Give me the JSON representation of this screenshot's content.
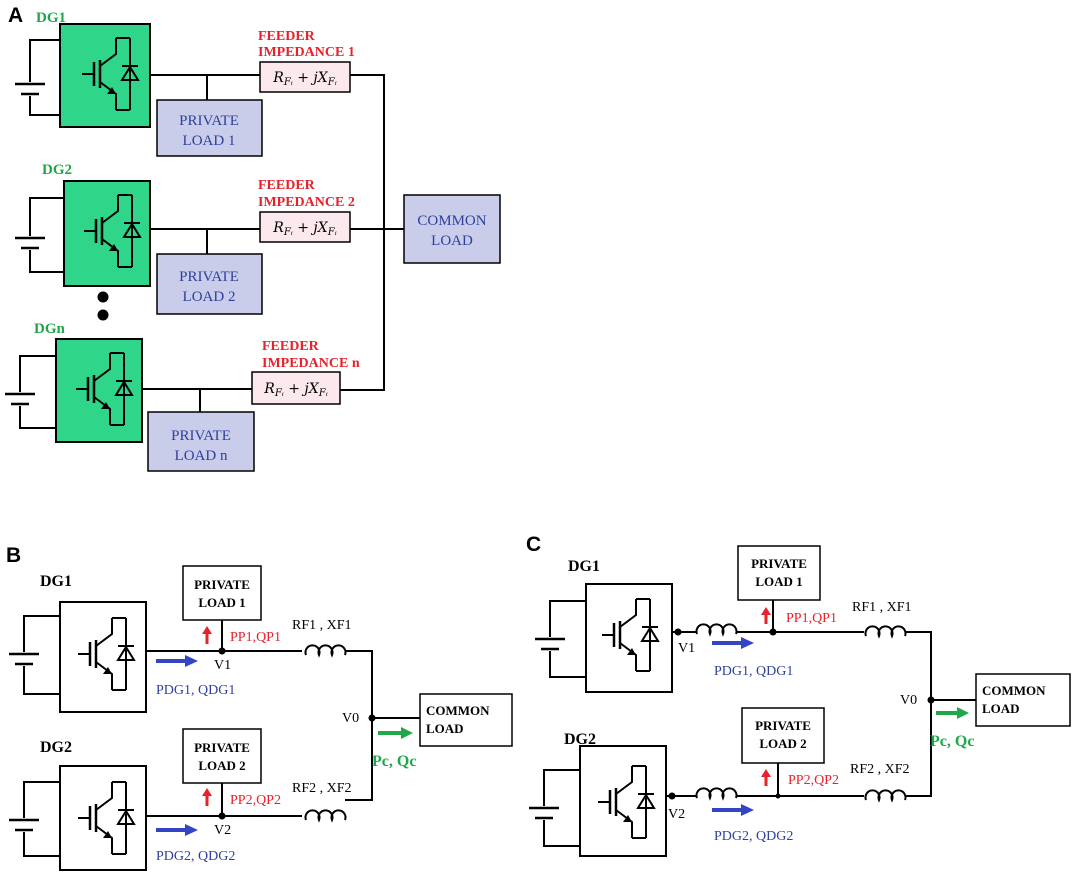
{
  "panel_a": {
    "letter": "A",
    "dg_labels": [
      "DG1",
      "DG2",
      "DGn"
    ],
    "feeder_labels": [
      [
        "FEEDER",
        "IMPEDANCE 1"
      ],
      [
        "FEEDER",
        "IMPEDANCE 2"
      ],
      [
        "FEEDER",
        "IMPEDANCE n"
      ]
    ],
    "impedance": "R_Fi + jX_Fi",
    "private_loads": [
      [
        "PRIVATE",
        "LOAD 1"
      ],
      [
        "PRIVATE",
        "LOAD 2"
      ],
      [
        "PRIVATE",
        "LOAD n"
      ]
    ],
    "common_load": [
      "COMMON",
      "LOAD"
    ],
    "ellipsis": "•\n•",
    "colors": {
      "inverter_fill": "#2fd68a",
      "load_fill": "#c9cdea",
      "impedance_fill": "#fbe9ee",
      "dg_text": "#1fa84a",
      "feeder_text": "#e8212a",
      "load_text": "#2f3f9e"
    }
  },
  "panel_b": {
    "letter": "B",
    "dg_labels": [
      "DG1",
      "DG2"
    ],
    "private_loads": [
      [
        "PRIVATE",
        "LOAD 1"
      ],
      [
        "PRIVATE",
        "LOAD 2"
      ]
    ],
    "private_powers": [
      "PP1,QP1",
      "PP2,QP2"
    ],
    "node_labels": [
      "V1",
      "V2"
    ],
    "dg_powers": [
      "PDG1, QDG1",
      "PDG2, QDG2"
    ],
    "feeders": [
      "RF1 , XF1",
      "RF2 , XF2"
    ],
    "common_node": "V0",
    "common_load": [
      "COMMON",
      "LOAD"
    ],
    "common_power": "Pc, Qc"
  },
  "panel_c": {
    "letter": "C",
    "dg_labels": [
      "DG1",
      "DG2"
    ],
    "private_loads": [
      [
        "PRIVATE",
        "LOAD 1"
      ],
      [
        "PRIVATE",
        "LOAD 2"
      ]
    ],
    "private_powers": [
      "PP1,QP1",
      "PP2,QP2"
    ],
    "node_labels": [
      "V1",
      "V2"
    ],
    "dg_powers": [
      "PDG1, QDG1",
      "PDG2, QDG2"
    ],
    "feeders": [
      "RF1 , XF1",
      "RF2 , XF2"
    ],
    "common_node": "V0",
    "common_load": [
      "COMMON",
      "LOAD"
    ],
    "common_power": "Pc, Qc"
  }
}
